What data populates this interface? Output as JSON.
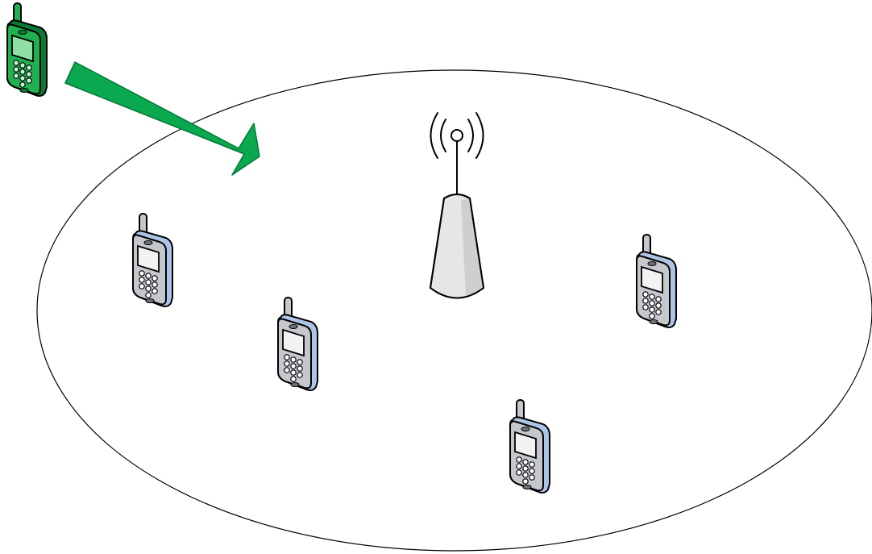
{
  "diagram": {
    "type": "cellular-network-handover",
    "colors": {
      "background": "#ffffff",
      "cell_outline": "#000000",
      "arrow": "#0aa84f",
      "arrow_outline": "#007a36",
      "incoming_phone_body": "#21b050",
      "incoming_phone_dark": "#0b7a34",
      "incoming_phone_screen": "#8fe0a6",
      "phone_body": "#c4c7cc",
      "phone_side": "#aec4e6",
      "phone_screen": "#f2f2f2",
      "tower": "#e6e6e6"
    },
    "elements": {
      "coverage_cell": "ellipse",
      "base_station": "antenna-tower-icon",
      "incoming_phone": "mobile-phone-icon",
      "handover_arrow": "arrow-icon",
      "phones_in_cell": 4
    }
  }
}
